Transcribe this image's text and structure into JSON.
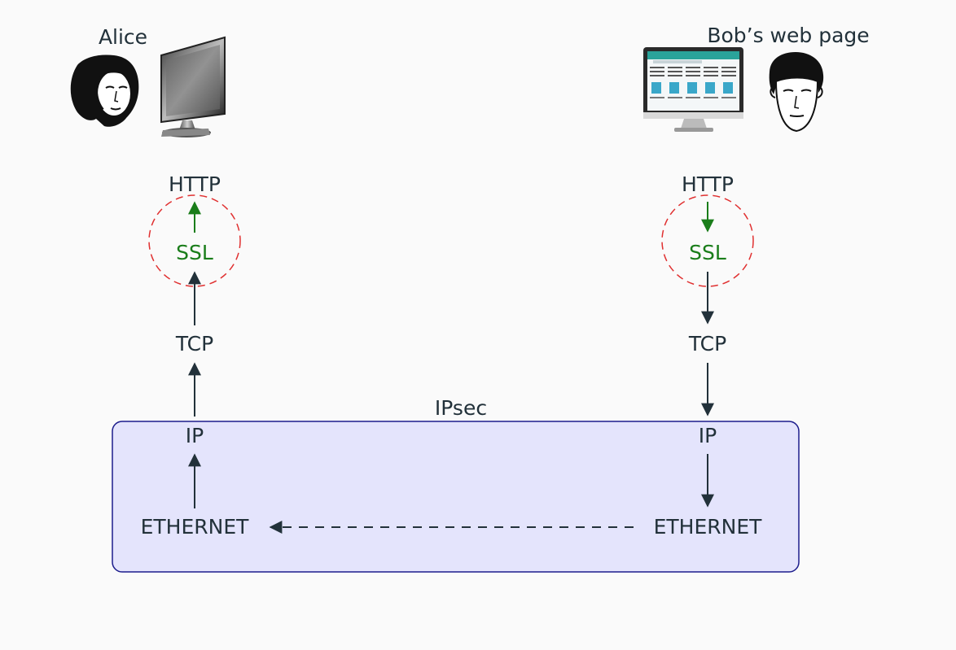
{
  "people": {
    "alice": {
      "label": "Alice",
      "icon": "alice-portrait-icon"
    },
    "bob": {
      "label": "Bob’s web page",
      "icon": "bob-portrait-icon"
    }
  },
  "computers": {
    "alice_monitor": {
      "icon": "monitor-icon"
    },
    "bob_monitor": {
      "icon": "monitor-webpage-icon"
    }
  },
  "layers": {
    "alice": {
      "http": "HTTP",
      "ssl": "SSL",
      "tcp": "TCP",
      "ip": "IP",
      "ethernet": "ETHERNET"
    },
    "bob": {
      "http": "HTTP",
      "ssl": "SSL",
      "tcp": "TCP",
      "ip": "IP",
      "ethernet": "ETHERNET"
    }
  },
  "tunnel": {
    "label": "IPsec",
    "fill": "#e4e4fc",
    "stroke": "#1c1c8c"
  },
  "colors": {
    "text": "#22313a",
    "ssl": "#1a7d1a",
    "ssl_circle": "#e03030",
    "arrow": "#22313a"
  }
}
